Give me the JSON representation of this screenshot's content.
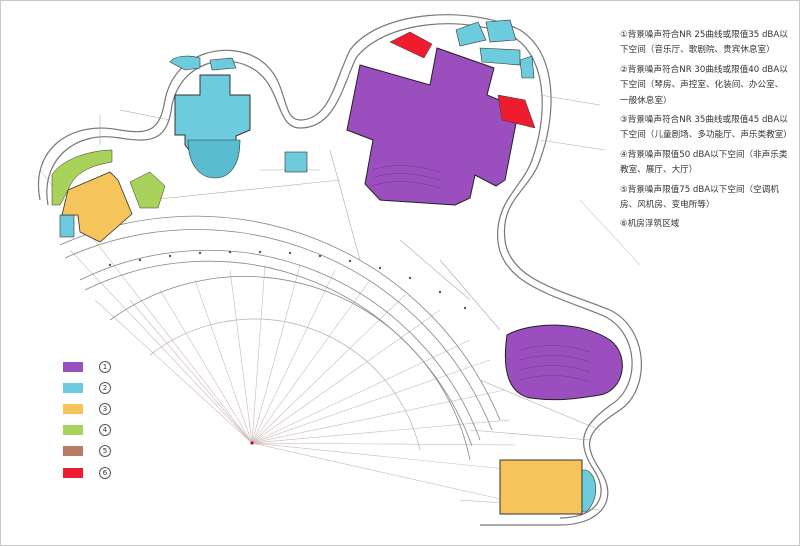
{
  "notes": [
    {
      "id": 1,
      "text": "①背景噪声符合NR 25曲线或限值35 dBA以下空间（音乐厅、歌剧院、贵宾休息室）"
    },
    {
      "id": 2,
      "text": "②背景噪声符合NR 30曲线或限值40 dBA以下空间（琴房、声控室、化装间、办公室、一般休息室）"
    },
    {
      "id": 3,
      "text": "③背景噪声符合NR 35曲线或限值45 dBA以下空间（儿童剧场、多功能厅、声乐类教室）"
    },
    {
      "id": 4,
      "text": "④背景噪声限值50 dBA以下空间（非声乐类教室、展厅、大厅）"
    },
    {
      "id": 5,
      "text": "⑤背景噪声限值75 dBA以下空间（空调机房、风机房、变电所等）"
    },
    {
      "id": 6,
      "text": "⑥机房浮筑区域"
    }
  ],
  "legend": [
    {
      "num": "1",
      "color": "#9b4fbf",
      "label": "①"
    },
    {
      "num": "2",
      "color": "#6ccbdc",
      "label": "②"
    },
    {
      "num": "3",
      "color": "#f5c45a",
      "label": "③"
    },
    {
      "num": "4",
      "color": "#a9d25a",
      "label": "④"
    },
    {
      "num": "5",
      "color": "#b77b66",
      "label": "⑤"
    },
    {
      "num": "6",
      "color": "#ee1c2e",
      "label": "⑥"
    }
  ],
  "colors": {
    "zone1": "#9b4fbf",
    "zone2": "#6ccbdc",
    "zone3": "#f5c45a",
    "zone4": "#a9d25a",
    "zone5": "#b77b66",
    "zone6": "#ee1c2e",
    "line": "#9a9a9a",
    "ray": "#c9a9a9"
  }
}
